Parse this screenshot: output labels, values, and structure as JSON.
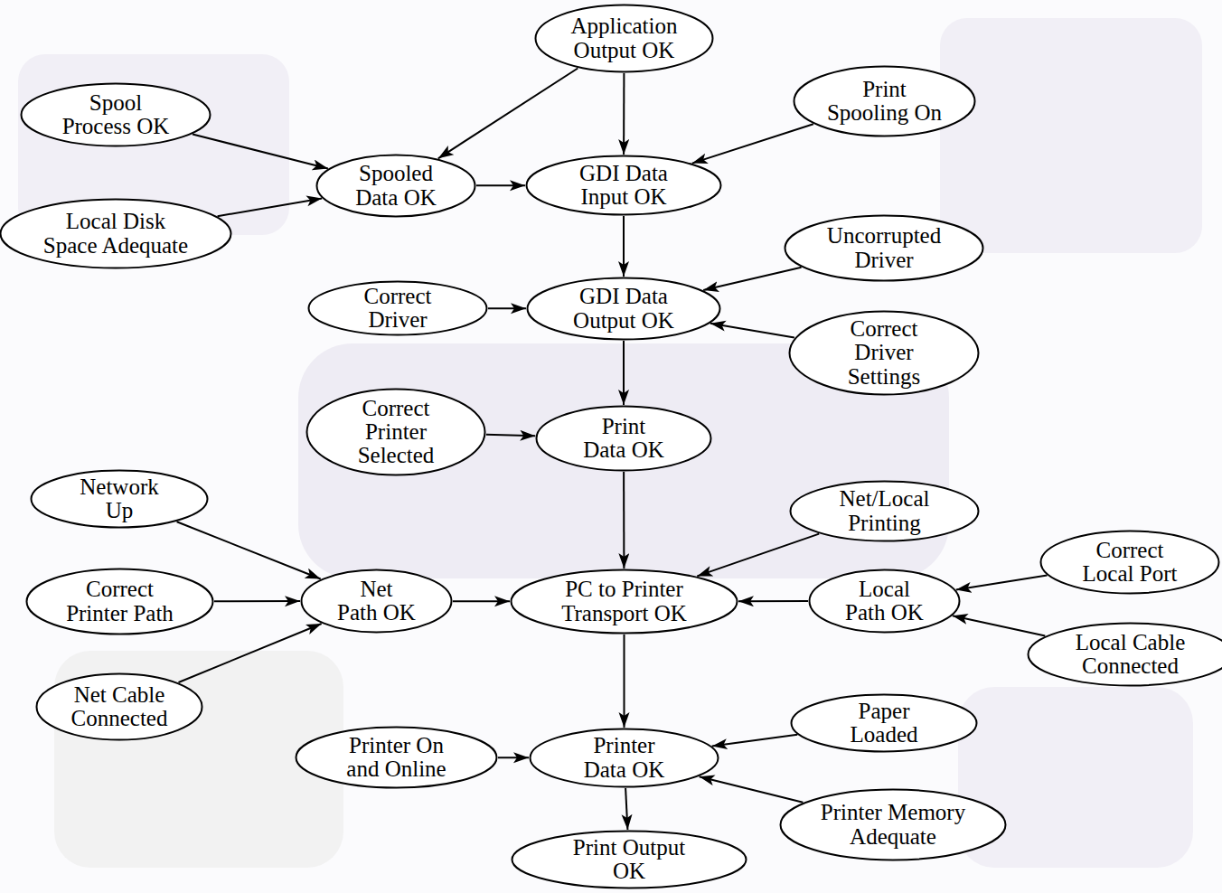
{
  "diagram": {
    "nodes": [
      {
        "text": [
          "Application Output OK"
        ]
      },
      {
        "text": [
          "Spool Process OK"
        ]
      },
      {
        "text": [
          "Print Spooling On"
        ]
      },
      {
        "text": [
          "Spooled Data OK"
        ]
      },
      {
        "text": [
          "GDI Data Input OK"
        ]
      },
      {
        "text": [
          "Local Disk Space Adequate"
        ]
      },
      {
        "text": [
          "Uncorrupted Driver"
        ]
      },
      {
        "text": [
          "Correct Driver"
        ]
      },
      {
        "text": [
          "GDI Data Output OK"
        ]
      },
      {
        "text": [
          "Correct Driver Settings"
        ]
      },
      {
        "text": [
          "Correct Printer Selected"
        ]
      },
      {
        "text": [
          "Print Data OK"
        ]
      },
      {
        "text": [
          "Network Up"
        ]
      },
      {
        "text": [
          "Net/Local Printing"
        ]
      },
      {
        "text": [
          "Correct Printer Path"
        ]
      },
      {
        "text": [
          "Net Path OK"
        ]
      },
      {
        "text": [
          "PC to Printer Transport OK"
        ]
      },
      {
        "text": [
          "Local Path OK"
        ]
      },
      {
        "text": [
          "Correct Local Port"
        ]
      },
      {
        "text": [
          "Local Cable Connected"
        ]
      },
      {
        "text": [
          "Net Cable Connected"
        ]
      },
      {
        "text": [
          "Paper Loaded"
        ]
      },
      {
        "text": [
          "Printer On and Online"
        ]
      },
      {
        "text": [
          "Printer Data OK"
        ]
      },
      {
        "text": [
          "Printer Memory Adequate"
        ]
      },
      {
        "text": [
          "Print Output OK"
        ]
      }
    ],
    "edges": [
      {
        "from": 0,
        "to": 3,
        "arrow": "to"
      },
      {
        "from": 0,
        "to": 4,
        "arrow": "to"
      },
      {
        "from": 1,
        "to": 3,
        "arrow": "to"
      },
      {
        "from": 5,
        "to": 3,
        "arrow": "to"
      },
      {
        "from": 3,
        "to": 4,
        "arrow": "to"
      },
      {
        "from": 2,
        "to": 4,
        "arrow": "to"
      },
      {
        "from": 4,
        "to": 8,
        "arrow": "to"
      },
      {
        "from": 7,
        "to": 8,
        "arrow": "to"
      },
      {
        "from": 6,
        "to": 8,
        "arrow": "to"
      },
      {
        "from": 9,
        "to": 8,
        "arrow": "to"
      },
      {
        "from": 8,
        "to": 11,
        "arrow": "to"
      },
      {
        "from": 10,
        "to": 11,
        "arrow": "to"
      },
      {
        "from": 11,
        "to": 16,
        "arrow": "to"
      },
      {
        "from": 12,
        "to": 15,
        "arrow": "to"
      },
      {
        "from": 14,
        "to": 15,
        "arrow": "to"
      },
      {
        "from": 20,
        "to": 15,
        "arrow": "to"
      },
      {
        "from": 15,
        "to": 16,
        "arrow": "to"
      },
      {
        "from": 13,
        "to": 16,
        "arrow": "to"
      },
      {
        "from": 17,
        "to": 16,
        "arrow": "to"
      },
      {
        "from": 18,
        "to": 17,
        "arrow": "to"
      },
      {
        "from": 19,
        "to": 17,
        "arrow": "to"
      },
      {
        "from": 16,
        "to": 23,
        "arrow": "to"
      },
      {
        "from": 22,
        "to": 23,
        "arrow": "to"
      },
      {
        "from": 21,
        "to": 23,
        "arrow": "to"
      },
      {
        "from": 24,
        "to": 23,
        "arrow": "to"
      },
      {
        "from": 23,
        "to": 25,
        "arrow": "to"
      }
    ]
  }
}
